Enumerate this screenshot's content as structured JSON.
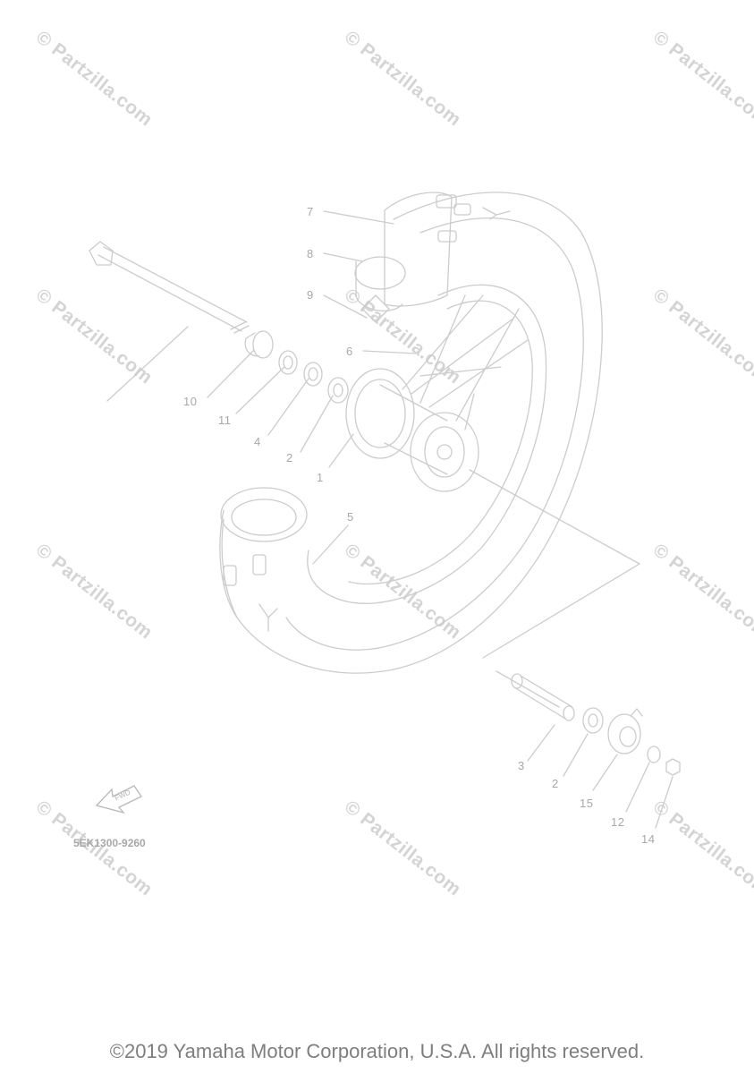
{
  "watermark": "© Partzilla.com",
  "callouts": [
    "7",
    "8",
    "9",
    "6",
    "10",
    "11",
    "4",
    "2",
    "1",
    "5",
    "3",
    "2",
    "15",
    "12",
    "14"
  ],
  "diagram_code": "5EK1300-9260",
  "fwd_label": "FWD",
  "copyright": "©2019 Yamaha Motor Corporation, U.S.A. All rights reserved.",
  "colors": {
    "line": "#cccccc",
    "label": "#a8a8a8",
    "watermark": "#d4d4d4",
    "copyright": "#7e7e7e"
  }
}
